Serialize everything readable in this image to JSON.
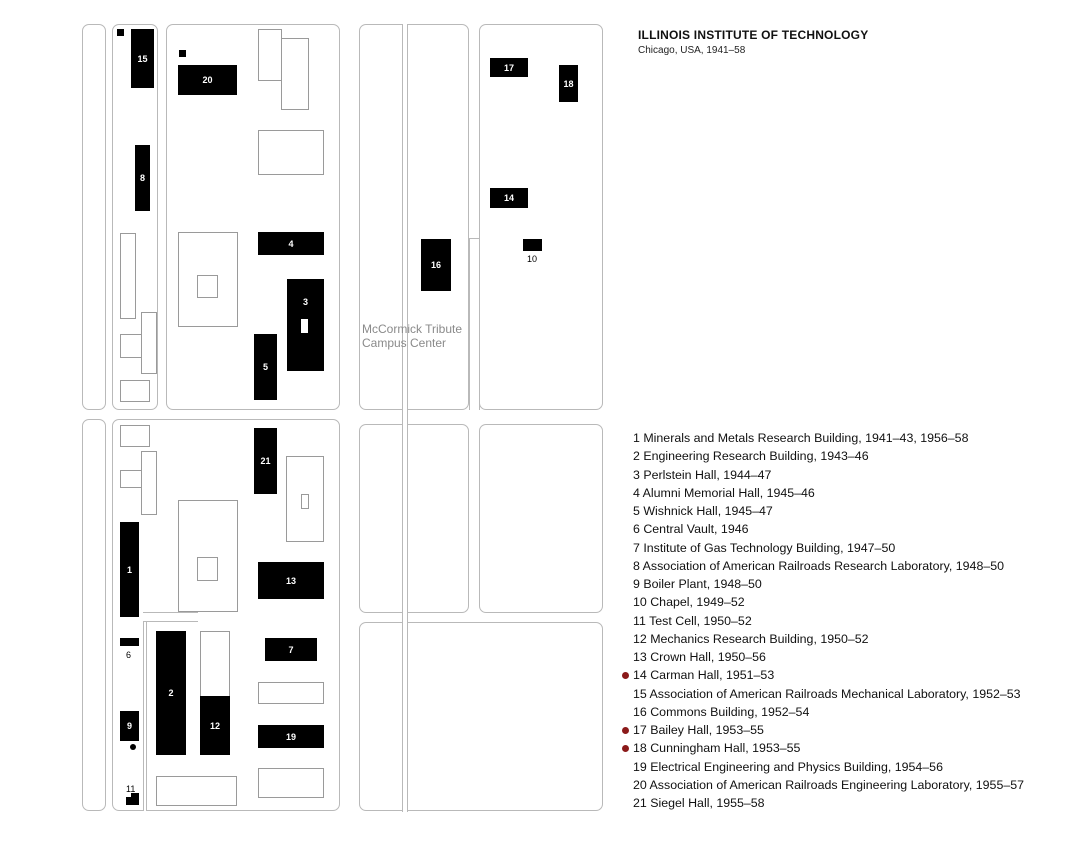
{
  "header": {
    "title": "ILLINOIS INSTITUTE OF TECHNOLOGY",
    "subtitle": "Chicago, USA, 1941–58"
  },
  "map": {
    "center_label_line1": "McCormick Tribute",
    "center_label_line2": "Campus Center",
    "buildings": [
      {
        "id": "15",
        "label": "15"
      },
      {
        "id": "20",
        "label": "20"
      },
      {
        "id": "8",
        "label": "8"
      },
      {
        "id": "4",
        "label": "4"
      },
      {
        "id": "3",
        "label": "3"
      },
      {
        "id": "5",
        "label": "5"
      },
      {
        "id": "17",
        "label": "17"
      },
      {
        "id": "18",
        "label": "18"
      },
      {
        "id": "14",
        "label": "14"
      },
      {
        "id": "16",
        "label": "16"
      },
      {
        "id": "10",
        "label": "10"
      },
      {
        "id": "21",
        "label": "21"
      },
      {
        "id": "13",
        "label": "13"
      },
      {
        "id": "1",
        "label": "1"
      },
      {
        "id": "6",
        "label": "6"
      },
      {
        "id": "2",
        "label": "2"
      },
      {
        "id": "12",
        "label": "12"
      },
      {
        "id": "7",
        "label": "7"
      },
      {
        "id": "9",
        "label": "9"
      },
      {
        "id": "19",
        "label": "19"
      },
      {
        "id": "11",
        "label": "11"
      }
    ]
  },
  "legend": {
    "highlight_color": "#8b1a1a",
    "items": [
      {
        "text": "1 Minerals and Metals Research Building, 1941–43, 1956–58",
        "highlighted": false
      },
      {
        "text": "2 Engineering Research Building, 1943–46",
        "highlighted": false
      },
      {
        "text": "3 Perlstein Hall, 1944–47",
        "highlighted": false
      },
      {
        "text": "4 Alumni Memorial Hall, 1945–46",
        "highlighted": false
      },
      {
        "text": "5 Wishnick Hall, 1945–47",
        "highlighted": false
      },
      {
        "text": "6 Central Vault, 1946",
        "highlighted": false
      },
      {
        "text": "7 Institute of Gas Technology Building, 1947–50",
        "highlighted": false
      },
      {
        "text": "8 Association of American Railroads Research Laboratory, 1948–50",
        "highlighted": false
      },
      {
        "text": "9 Boiler Plant, 1948–50",
        "highlighted": false
      },
      {
        "text": "10 Chapel, 1949–52",
        "highlighted": false
      },
      {
        "text": "11 Test Cell, 1950–52",
        "highlighted": false
      },
      {
        "text": "12 Mechanics Research Building, 1950–52",
        "highlighted": false
      },
      {
        "text": "13 Crown Hall, 1950–56",
        "highlighted": false
      },
      {
        "text": "14 Carman Hall, 1951–53",
        "highlighted": true
      },
      {
        "text": "15 Association of American Railroads Mechanical Laboratory, 1952–53",
        "highlighted": false
      },
      {
        "text": "16 Commons Building, 1952–54",
        "highlighted": false
      },
      {
        "text": "17 Bailey Hall, 1953–55",
        "highlighted": true
      },
      {
        "text": "18 Cunningham Hall, 1953–55",
        "highlighted": true
      },
      {
        "text": "19 Electrical Engineering and Physics Building, 1954–56",
        "highlighted": false
      },
      {
        "text": "20 Association of American Railroads Engineering Laboratory, 1955–57",
        "highlighted": false
      },
      {
        "text": "21 Siegel Hall, 1955–58",
        "highlighted": false
      }
    ]
  }
}
